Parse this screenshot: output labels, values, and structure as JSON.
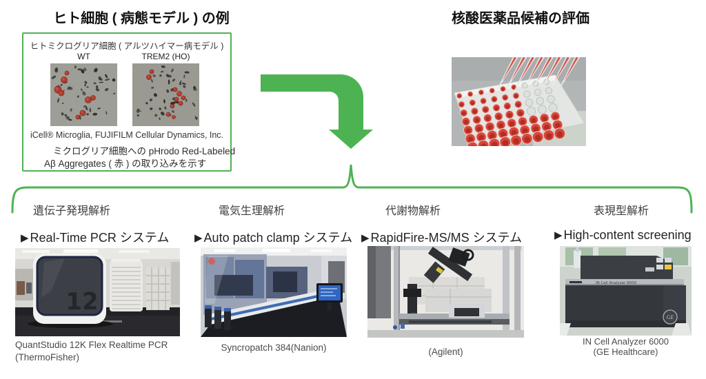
{
  "colors": {
    "green": "#4db352",
    "well_red": "#d8473b"
  },
  "left_panel": {
    "title": "ヒト細胞 ( 病態モデル ) の例",
    "cell_line": "ヒトミクログリア細胞 ( アルツハイマー病モデル )",
    "image_labels": {
      "wt": "WT",
      "trem2": "TREM2 (HO)"
    },
    "credit": "iCell® Microglia, FUJIFILM Cellular Dynamics, Inc.",
    "description_line1": "ミクログリア細胞への pHrodo Red-Labeled",
    "description_line2": "Aβ Aggregates ( 赤 ) の取り込みを示す"
  },
  "right_panel": {
    "title": "核酸医薬品候補の評価"
  },
  "bullet": "▶",
  "columns": [
    {
      "header": "遺伝子発現解析",
      "system": "Real-Time PCR システム",
      "caption1": "QuantStudio 12K Flex Realtime PCR",
      "caption2": "(ThermoFisher)"
    },
    {
      "header": "電気生理解析",
      "system": "Auto patch clamp システム",
      "caption1": "Syncropatch 384(Nanion)",
      "caption2": ""
    },
    {
      "header": "代謝物解析",
      "system": "RapidFire-MS/MS システム",
      "caption1": "(Agilent)",
      "caption2": ""
    },
    {
      "header": "表現型解析",
      "system": "High-content screening",
      "caption1": "IN Cell Analyzer 6000",
      "caption2": "(GE Healthcare)"
    }
  ],
  "photo_labels": {
    "pcr_screen": "12",
    "incell": "IN Cell Analyzer 6000",
    "ge": "GE"
  }
}
